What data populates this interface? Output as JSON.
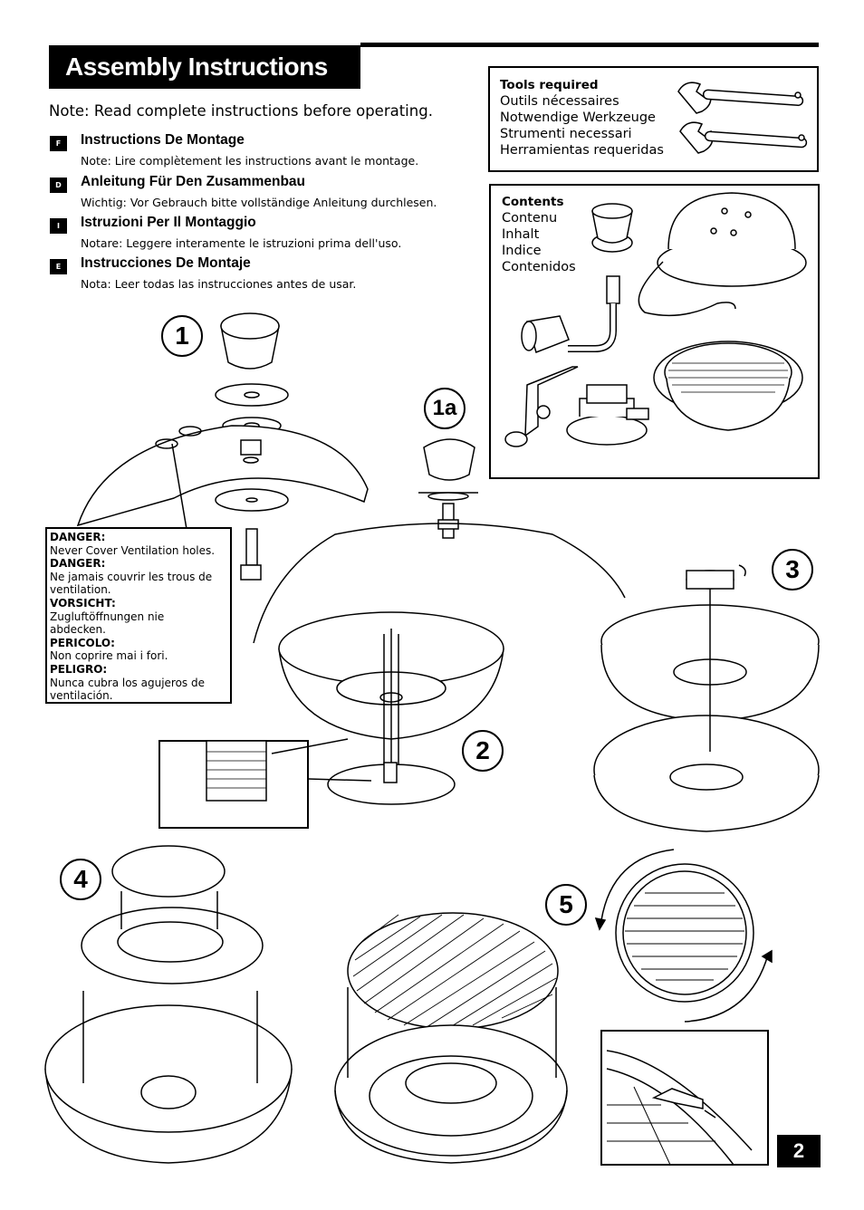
{
  "header": {
    "title": "Assembly Instructions",
    "note": "Note: Read complete instructions before operating."
  },
  "languages": [
    {
      "code": "F",
      "heading": "Instructions De Montage",
      "note": "Note: Lire complètement les instructions avant le montage."
    },
    {
      "code": "D",
      "heading": "Anleitung Für Den Zusammenbau",
      "note": "Wichtig: Vor Gebrauch bitte vollständige Anleitung durchlesen."
    },
    {
      "code": "I",
      "heading": "Istruzioni Per Il Montaggio",
      "note": "Notare: Leggere interamente le istruzioni prima dell'uso."
    },
    {
      "code": "E",
      "heading": "Instrucciones De Montaje",
      "note": "Nota: Leer todas las instrucciones antes de usar."
    }
  ],
  "tools": {
    "lines": [
      "Tools required",
      "Outils nécessaires",
      "Notwendige Werkzeuge",
      "Strumenti necessari",
      "Herramientas requeridas"
    ]
  },
  "contents": {
    "lines": [
      "Contents",
      "Contenu",
      "Inhalt",
      "Indice",
      "Contenidos"
    ]
  },
  "danger": {
    "lines": [
      {
        "label": "DANGER:",
        "text": "Never Cover Ventilation holes."
      },
      {
        "label": "DANGER:",
        "text": "Ne jamais couvrir les trous de ventilation."
      },
      {
        "label": "VORSICHT:",
        "text": "Zugluftöffnungen nie abdecken."
      },
      {
        "label": "PERICOLO:",
        "text": "Non coprire mai i fori."
      },
      {
        "label": "PELIGRO:",
        "text": "Nunca cubra los agujeros de ventilación."
      }
    ]
  },
  "steps": {
    "s1": "1",
    "s1a": "1a",
    "s2": "2",
    "s3": "3",
    "s4": "4",
    "s5": "5"
  },
  "page_number": "2",
  "icons": [
    "wrench-icon",
    "knob-icon",
    "lid-icon",
    "regulator-icon",
    "grill-grate-icon",
    "bowl-icon"
  ]
}
